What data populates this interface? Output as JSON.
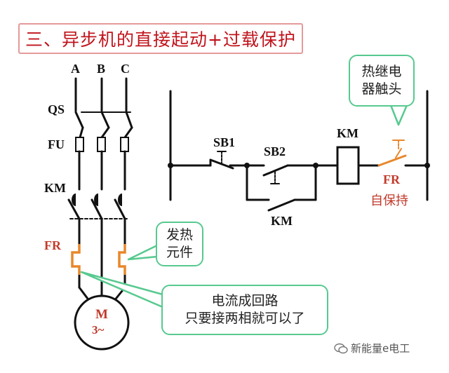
{
  "title": "三、异步机的直接起动+过载保护",
  "power_circuit": {
    "phase_labels": [
      "A",
      "B",
      "C"
    ],
    "switch_label": "QS",
    "fuse_label": "FU",
    "contactor_label": "KM",
    "overload_label": "FR",
    "motor_label_top": "M",
    "motor_label_bottom": "3~"
  },
  "control_circuit": {
    "sb1_label": "SB1",
    "sb2_label": "SB2",
    "coil_label": "KM",
    "aux_contact_label": "KM",
    "fr_contact_label": "FR",
    "self_hold_text": "自保持"
  },
  "callouts": {
    "thermal_relay": [
      "热继电",
      "器触头"
    ],
    "heating_element": [
      "发热",
      "元件"
    ],
    "current_loop": [
      "电流成回路",
      "只要接两相就可以了"
    ]
  },
  "watermark": "新能量e电工",
  "colors": {
    "title_text": "#c0141c",
    "title_border": "#e59a9a",
    "callout_border": "#57c98f",
    "overload_element": "#e8872c",
    "label_red": "#c23a2a"
  }
}
